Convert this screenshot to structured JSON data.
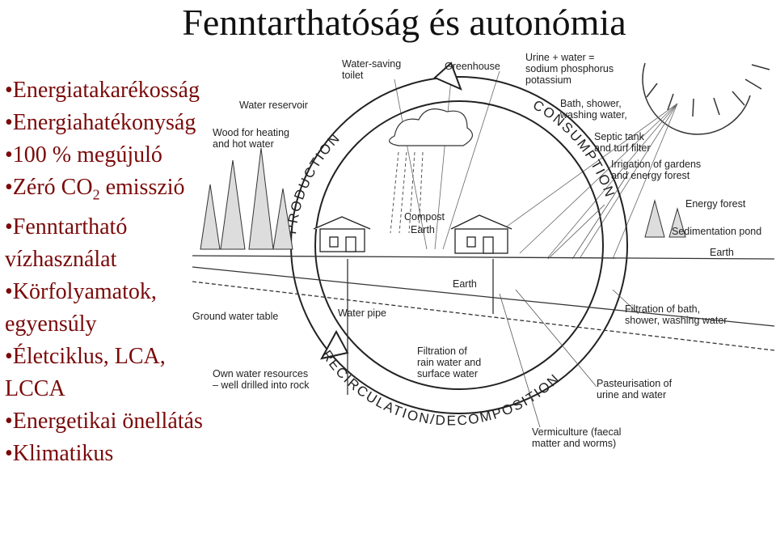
{
  "slide": {
    "title": "Fenntarthatóság és autonómia",
    "bullets": [
      {
        "text": "•Energiatakarékosság"
      },
      {
        "text": "•Energiahatékonyság"
      },
      {
        "text": "•100 % megújuló"
      },
      {
        "text": "•Zéró CO",
        "sub": "2",
        "after": " emisszió"
      },
      {
        "text": "•Fenntartható vízhasználat"
      },
      {
        "text": "•Körfolyamatok, egyensúly"
      },
      {
        "text": "•Életciklus, LCA, LCCA"
      },
      {
        "text": "•Energetikai önellátás"
      },
      {
        "text": "•Klimatikus"
      }
    ]
  },
  "diagram": {
    "cycle_labels": {
      "production": "PRODUCTION",
      "consumption": "CONSUMPTION",
      "recirculation": "RECIRCULATION/DECOMPOSITION"
    },
    "labels": {
      "water_saving_toilet_1": "Water-saving",
      "water_saving_toilet_2": "toilet",
      "greenhouse": "Greenhouse",
      "urine_1": "Urine + water =",
      "urine_2": "sodium phosphorus",
      "urine_3": "potassium",
      "water_reservoir": "Water reservoir",
      "wood_1": "Wood for heating",
      "wood_2": "and hot water",
      "bath_1": "Bath, shower,",
      "bath_2": "washing water,",
      "septic_1": "Septic tank",
      "septic_2": "and turf filter",
      "irrigation_1": "Irrigation of gardens",
      "irrigation_2": "and energy forest",
      "energy_forest": "Energy forest",
      "compost_1": "Compost",
      "compost_2": "Earth",
      "sedimentation_pond": "Sedimentation pond",
      "earth_right": "Earth",
      "earth_mid": "Earth",
      "ground_water_table": "Ground water table",
      "water_pipe": "Water pipe",
      "filtration_bath_1": "Filtration of bath,",
      "filtration_bath_2": "shower, washing water",
      "filtration_rain_1": "Filtration of",
      "filtration_rain_2": "rain water and",
      "filtration_rain_3": "surface water",
      "own_water_1": "Own water resources",
      "own_water_2": "– well drilled into rock",
      "pasteurisation_1": "Pasteurisation of",
      "pasteurisation_2": "urine and water",
      "vermiculture_1": "Vermiculture (faecal",
      "vermiculture_2": "matter and worms)"
    }
  }
}
